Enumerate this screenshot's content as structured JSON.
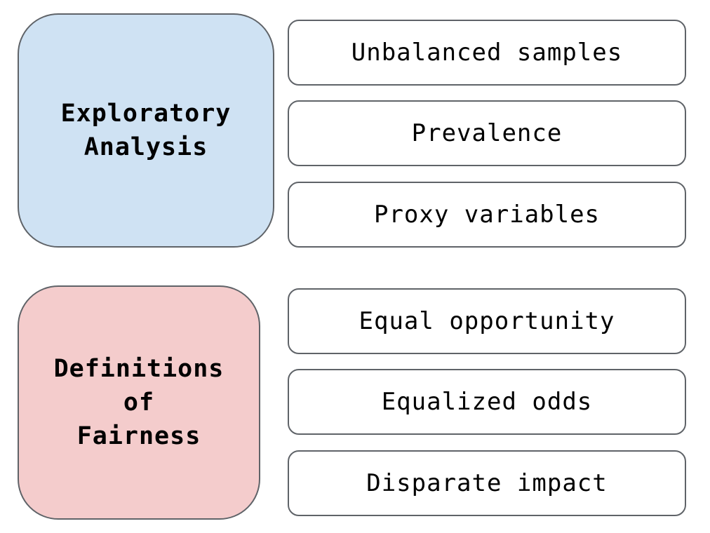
{
  "groups": [
    {
      "title": "Exploratory\nAnalysis",
      "color": "#cfe2f3",
      "items": [
        "Unbalanced samples",
        "Prevalence",
        "Proxy variables"
      ]
    },
    {
      "title": "Definitions\nof\nFairness",
      "color": "#f4cccc",
      "items": [
        "Equal opportunity",
        "Equalized odds",
        "Disparate impact"
      ]
    }
  ]
}
